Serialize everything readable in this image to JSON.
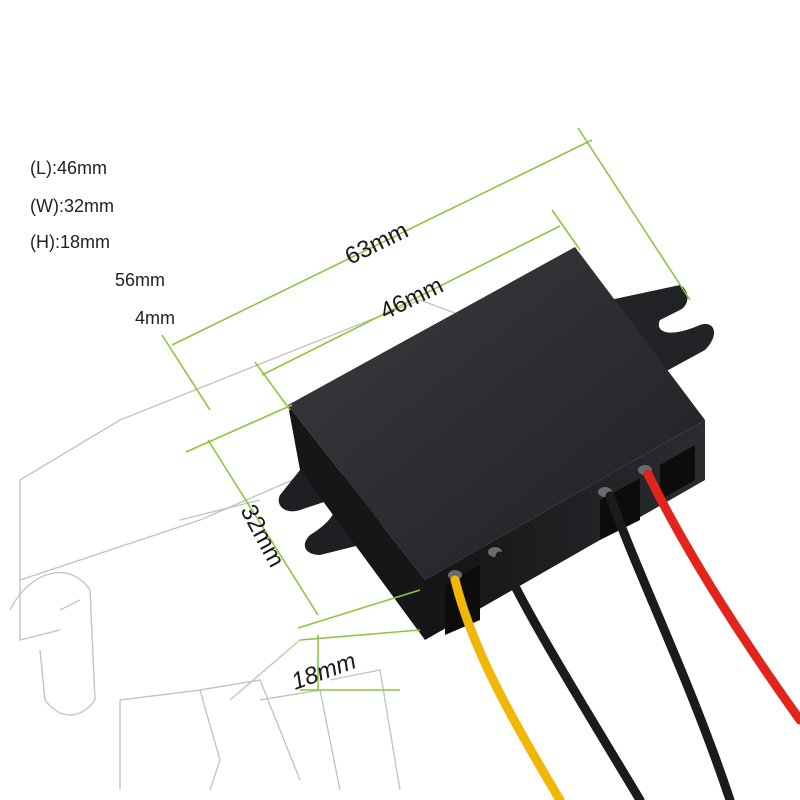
{
  "specs": {
    "length": "(L):46mm",
    "width": "(W):32mm",
    "height": "(H):18mm",
    "extra_1": "56mm",
    "extra_2": "4mm"
  },
  "dimensions": {
    "overall_length": "63mm",
    "body_length": "46mm",
    "width": "32mm",
    "height": "18mm"
  },
  "colors": {
    "dimension_line": "#8cc63f",
    "housing": "#222326",
    "wire_yellow": "#f2b705",
    "wire_black": "#1b1b1b",
    "wire_red": "#e3241b",
    "sketch_line": "#bfbfbf"
  },
  "wires": [
    "yellow",
    "black",
    "black",
    "red"
  ]
}
